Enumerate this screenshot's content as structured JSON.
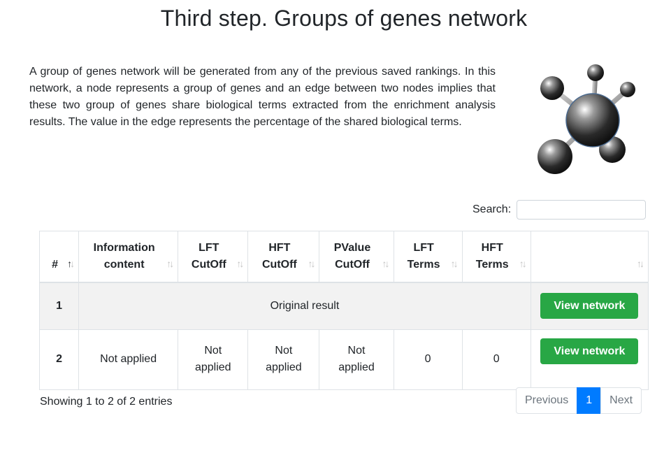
{
  "page": {
    "title": "Third step. Groups of genes network",
    "description": "A group of genes network will be generated from any of the previous saved rankings. In this network, a node represents a group of genes and an edge between two nodes implies that these two group of genes share biological terms extracted from the enrichment analysis results. The value in the edge represents the percentage of the shared biological terms."
  },
  "search": {
    "label": "Search:",
    "value": ""
  },
  "table": {
    "headers": {
      "num": "#",
      "info_line1": "Information",
      "info_line2": "content",
      "lft_cut_line1": "LFT",
      "lft_cut_line2": "CutOff",
      "hft_cut_line1": "HFT",
      "hft_cut_line2": "CutOff",
      "pval_line1": "PValue",
      "pval_line2": "CutOff",
      "lft_terms_line1": "LFT",
      "lft_terms_line2": "Terms",
      "hft_terms_line1": "HFT",
      "hft_terms_line2": "Terms"
    },
    "rows": [
      {
        "num": "1",
        "merged": "Original result",
        "action": "View network"
      },
      {
        "num": "2",
        "info": "Not applied",
        "lft_cutoff": [
          "Not",
          "applied"
        ],
        "hft_cutoff": [
          "Not",
          "applied"
        ],
        "pvalue_cutoff": [
          "Not",
          "applied"
        ],
        "lft_terms": "0",
        "hft_terms": "0",
        "action": "View network"
      }
    ]
  },
  "footer": {
    "info": "Showing 1 to 2 of 2 entries"
  },
  "pagination": {
    "previous": "Previous",
    "current": "1",
    "next": "Next"
  },
  "colors": {
    "primary": "#007bff",
    "success": "#28a745",
    "row_stripe": "#f2f2f2"
  },
  "icons": {
    "molecule": "molecule-network-icon",
    "sort": "sort-arrows-icon"
  }
}
